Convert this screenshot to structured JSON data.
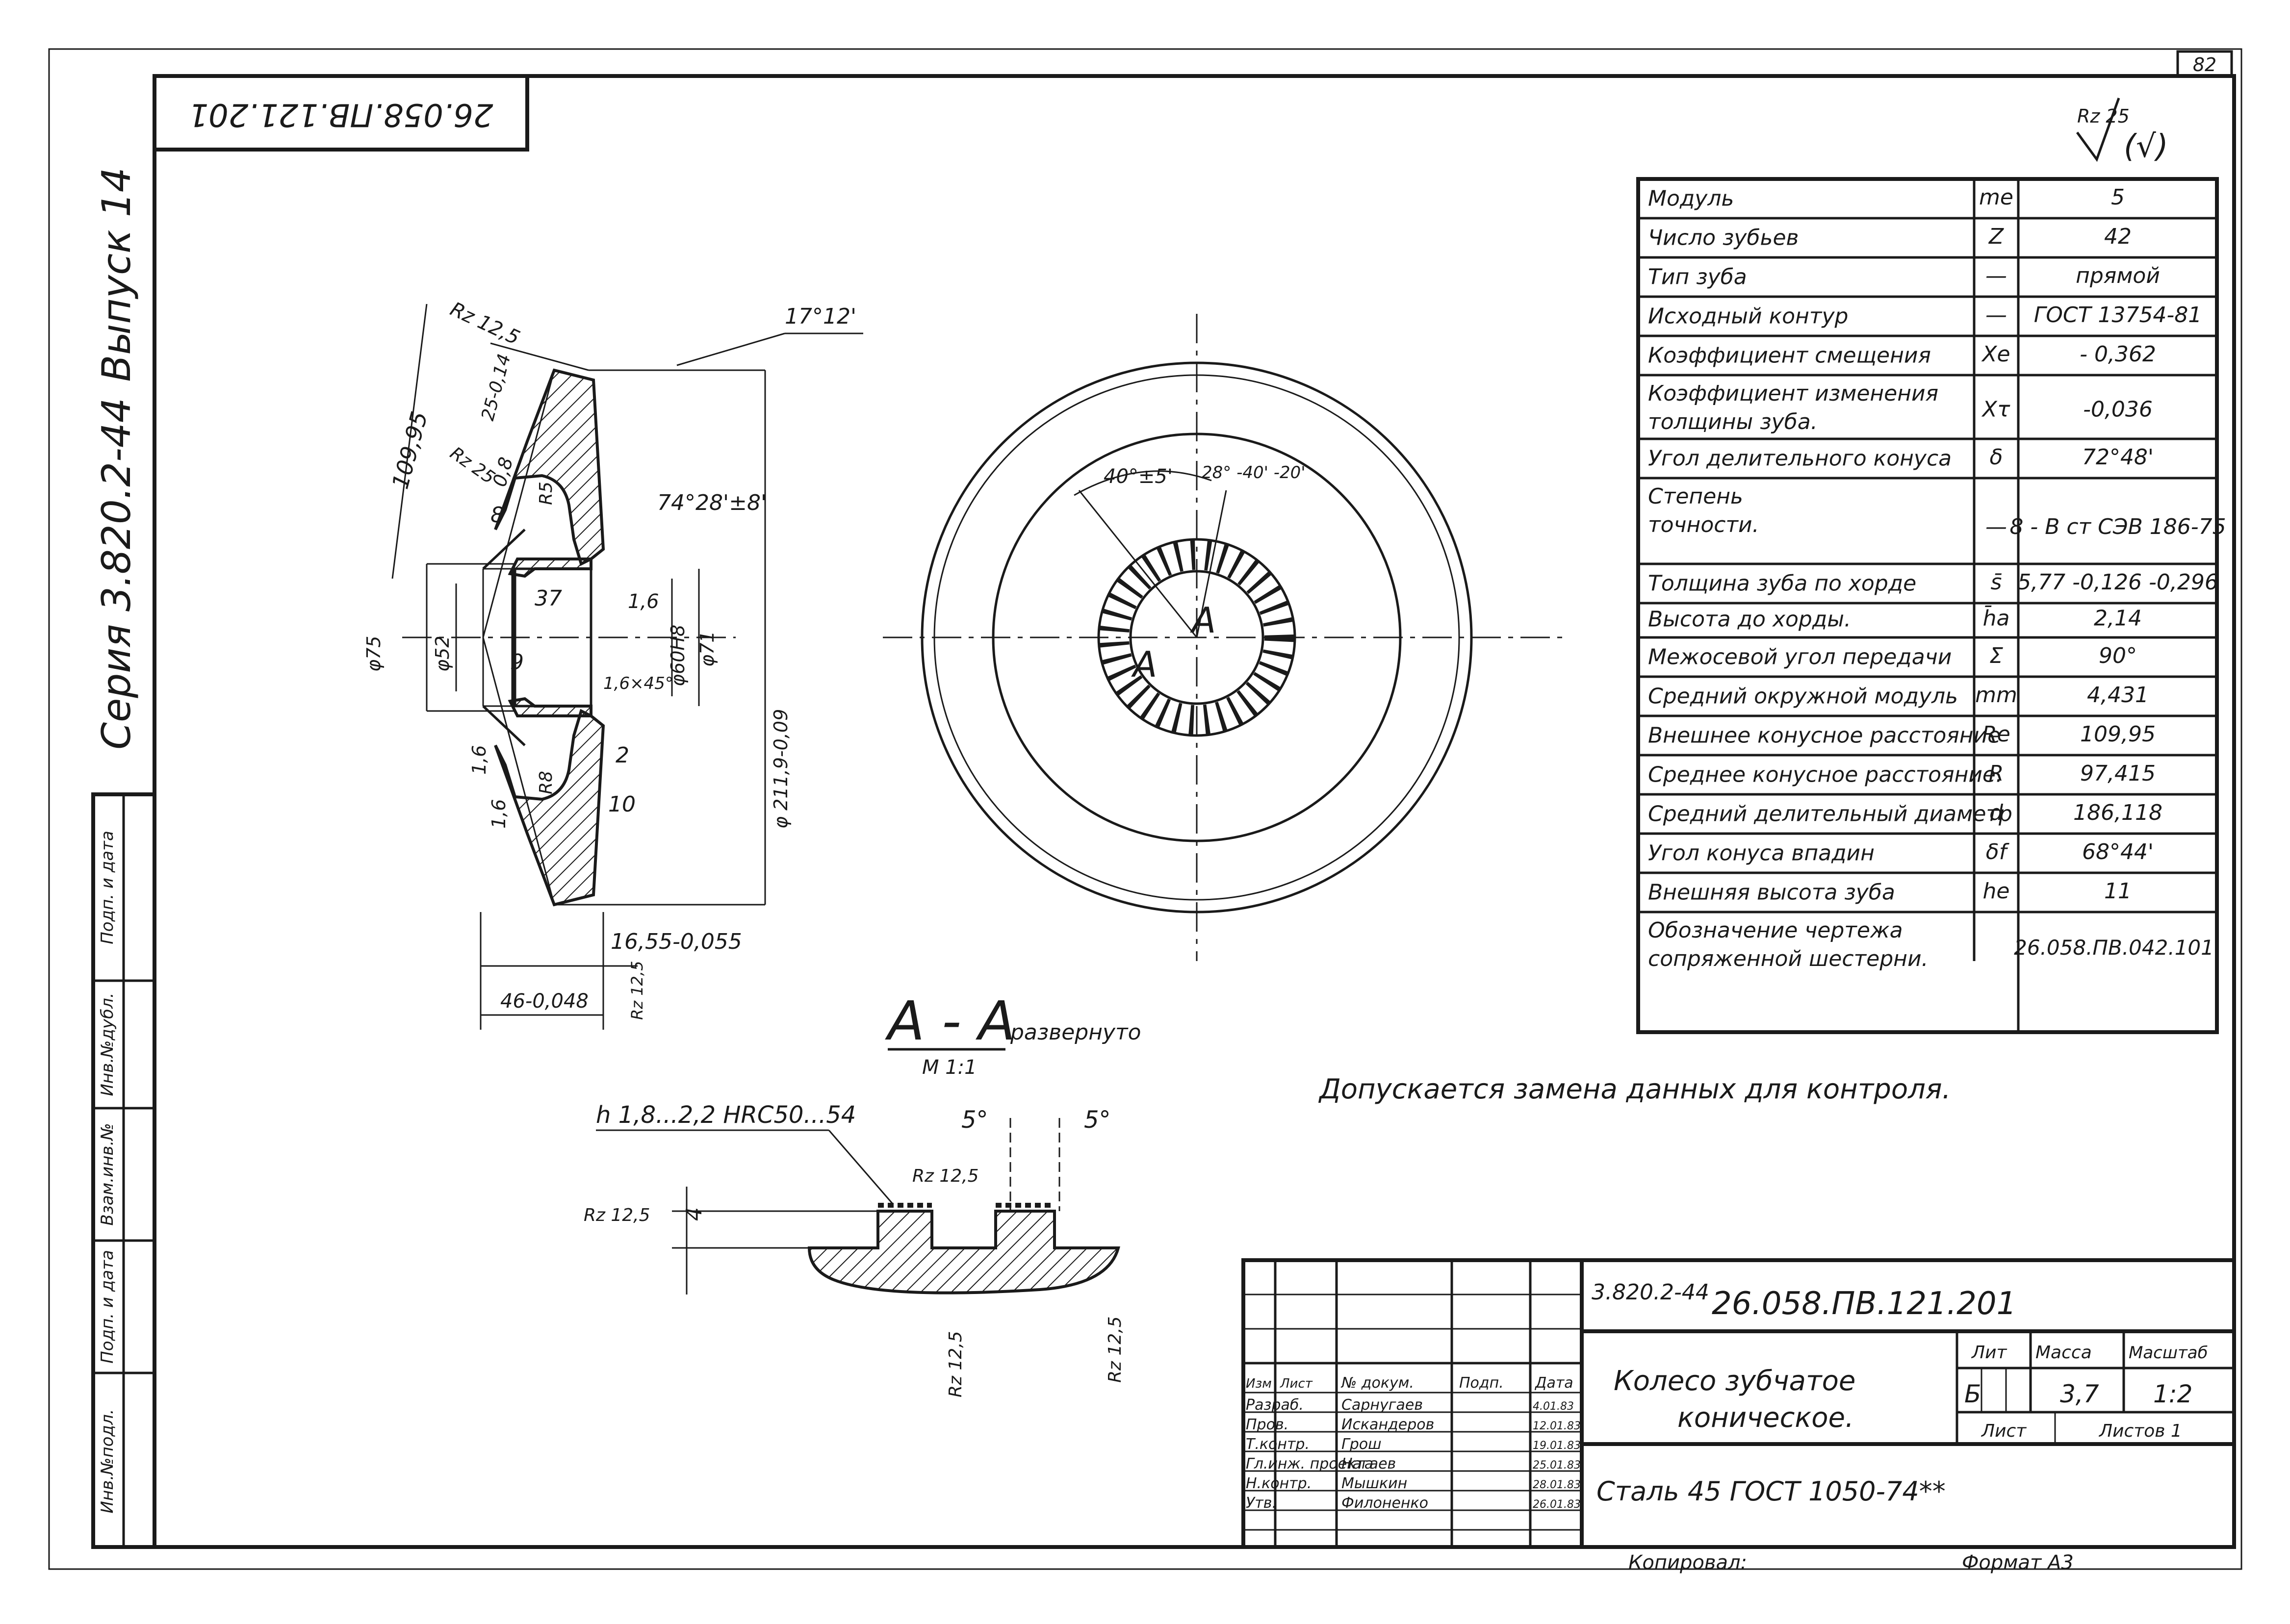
{
  "sheet": {
    "page_number": "82",
    "stamp_number_inverted": "26.058.ПВ.121.201",
    "series_label": "Серия 3.820.2-44",
    "issue_label": "Выпуск 14",
    "roughness_general": "Rz 25",
    "roughness_general_suffix": "(√)",
    "allowance_note": "Допускается замена данных для контроля."
  },
  "left_margin_stamp": [
    "Инв.№подл.",
    "Подп. и дата",
    "Взам.инв.№",
    "Инв.№дубл.",
    "Подп. и дата"
  ],
  "params_table": [
    {
      "name": "Модуль",
      "sym": "me",
      "val": "5"
    },
    {
      "name": "Число зубьев",
      "sym": "Z",
      "val": "42"
    },
    {
      "name": "Тип зуба",
      "sym": "—",
      "val": "прямой"
    },
    {
      "name": "Исходный контур",
      "sym": "—",
      "val": "ГОСТ 13754-81"
    },
    {
      "name": "Коэффициент смещения",
      "sym": "Xe",
      "val": "- 0,362"
    },
    {
      "name": "Коэффициент изменения толщины зуба.",
      "sym": "Xτ",
      "val": "-0,036"
    },
    {
      "name": "Угол делительного конуса",
      "sym": "δ",
      "val": "72°48'"
    },
    {
      "name": "Степень точности.",
      "sym": "—",
      "val": "8 - В ст СЭВ 186-75"
    },
    {
      "name": "Толщина зуба по хорде",
      "sym": "s̄",
      "val": "5,77 -0,126 -0,296"
    },
    {
      "name": "Высота до хорды.",
      "sym": "h̄a",
      "val": "2,14"
    },
    {
      "name": "Межосевой угол передачи",
      "sym": "Σ",
      "val": "90°"
    },
    {
      "name": "Средний окружной модуль",
      "sym": "mm",
      "val": "4,431"
    },
    {
      "name": "Внешнее конусное расстояние",
      "sym": "Re",
      "val": "109,95"
    },
    {
      "name": "Среднее конусное расстояние.",
      "sym": "R",
      "val": "97,415"
    },
    {
      "name": "Средний делительный диаметр",
      "sym": "d",
      "val": "186,118"
    },
    {
      "name": "Угол конуса впадин",
      "sym": "δf",
      "val": "68°44'"
    },
    {
      "name": "Внешняя высота зуба",
      "sym": "he",
      "val": "11"
    },
    {
      "name": "Обозначение чертежа сопряженной шестерни.",
      "sym": "",
      "val": "26.058.ПВ.042.101"
    }
  ],
  "section_view": {
    "dims": [
      "Rz 12,5",
      "17°12'",
      "109,95",
      "25-0,14",
      "Rz 25",
      "0,8",
      "R5",
      "8",
      "74°28'±8'",
      "37",
      "1,6",
      "φ60H8",
      "φ71",
      "φ75",
      "φ52",
      "9",
      "1,6×45°",
      "φ 211,9-0,09",
      "1,6",
      "R8",
      "2",
      "10",
      "1,6",
      "16,55-0,055",
      "46-0,048",
      "Rz 12,5"
    ]
  },
  "detail_view": {
    "title": "А - А",
    "title_suffix": "развернуто",
    "scale": "М 1:1",
    "hardness_note": "h 1,8...2,2 HRC50...54",
    "dims": [
      "5°",
      "5°",
      "Rz 12,5",
      "Rz 12,5",
      "4",
      "Rz 12,5",
      "Rz 12,5"
    ]
  },
  "front_view": {
    "angle1": "40°±5'",
    "angle2": "28° -40' -20'",
    "mark": "А"
  },
  "title_block": {
    "series": "3.820.2-44",
    "code": "26.058.ПВ.121.201",
    "part_name_1": "Колесо зубчатое",
    "part_name_2": "коническое.",
    "material": "Сталь 45 ГОСТ 1050-74**",
    "lit_label": "Лит",
    "lit_value": "Б",
    "mass_label": "Масса",
    "mass_value": "3,7",
    "scale_label": "Масштаб",
    "scale_value": "1:2",
    "sheet_label": "Лист",
    "sheets_label": "Листов 1",
    "col_headers": [
      "Изм",
      "Лист",
      "№ докум.",
      "Подп.",
      "Дата"
    ],
    "signers": [
      {
        "role": "Разраб.",
        "name": "Сарнугаев",
        "date": "4.01.83"
      },
      {
        "role": "Пров.",
        "name": "Искандеров",
        "date": "12.01.83"
      },
      {
        "role": "Т.контр.",
        "name": "Грош",
        "date": "19.01.83"
      },
      {
        "role": "Гл.инж. проекта",
        "name": "Нагаев",
        "date": "25.01.83"
      },
      {
        "role": "Н.контр.",
        "name": "Мышкин",
        "date": "28.01.83"
      },
      {
        "role": "Утв.",
        "name": "Филоненко",
        "date": "26.01.83"
      }
    ],
    "copied_by": "Копировал:",
    "format": "Формат А3"
  }
}
